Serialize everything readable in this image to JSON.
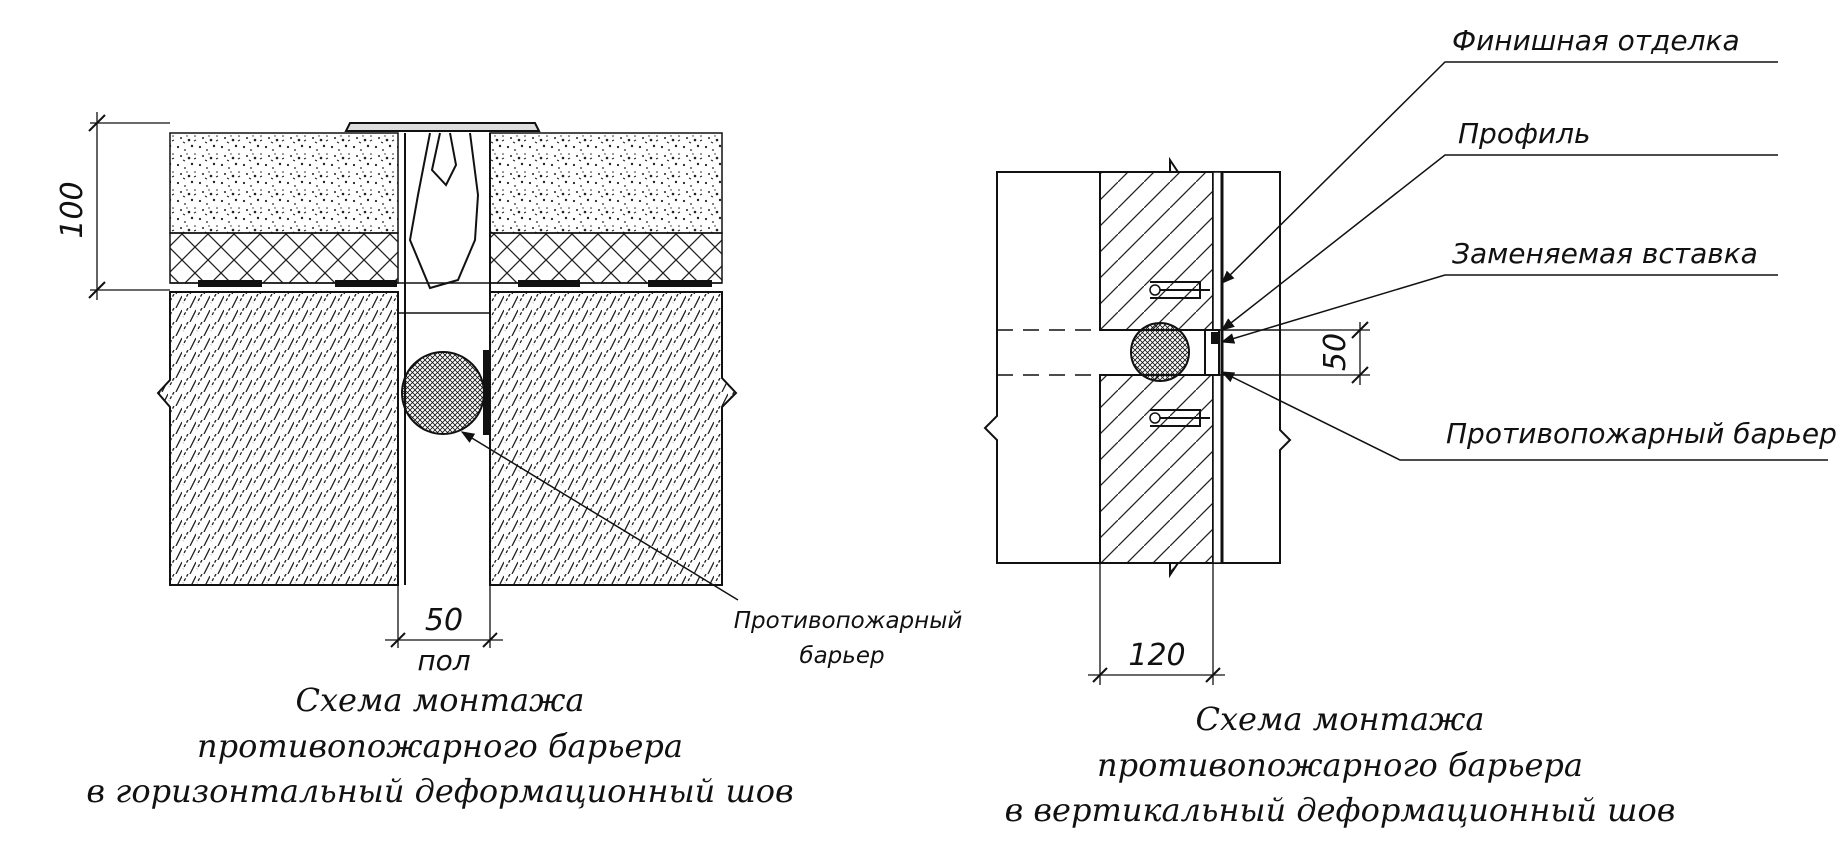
{
  "left_figure": {
    "dim_height": "100",
    "dim_width": "50",
    "dim_note": "пол",
    "callout_barrier": [
      "Противопожарный",
      "барьер"
    ],
    "caption": [
      "Схема монтажа",
      "противопожарного барьера",
      "в горизонтальный деформационный шов"
    ]
  },
  "right_figure": {
    "dim_gap": "50",
    "dim_width": "120",
    "callouts": {
      "finish": "Финишная отделка",
      "profile": "Профиль",
      "insert": "Заменяемая вставка",
      "barrier": "Противопожарный барьер"
    },
    "caption": [
      "Схема монтажа",
      "противопожарного барьера",
      "в вертикальный деформационный шов"
    ]
  }
}
